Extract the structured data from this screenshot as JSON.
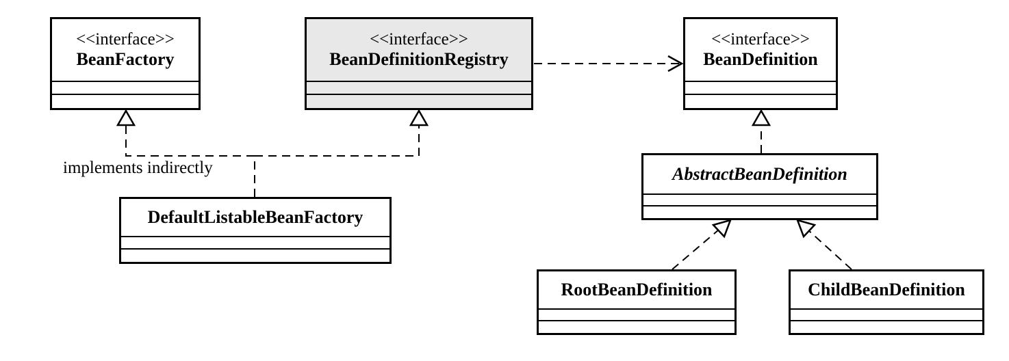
{
  "classes": {
    "bean_factory": {
      "stereotype": "<<interface>>",
      "name": "BeanFactory"
    },
    "bean_definition_registry": {
      "stereotype": "<<interface>>",
      "name": "BeanDefinitionRegistry"
    },
    "bean_definition": {
      "stereotype": "<<interface>>",
      "name": "BeanDefinition"
    },
    "default_listable_bean_factory": {
      "name": "DefaultListableBeanFactory"
    },
    "abstract_bean_definition": {
      "name": "AbstractBeanDefinition"
    },
    "root_bean_definition": {
      "name": "RootBeanDefinition"
    },
    "child_bean_definition": {
      "name": "ChildBeanDefinition"
    }
  },
  "notes": {
    "implements_indirectly": "implements indirectly"
  }
}
